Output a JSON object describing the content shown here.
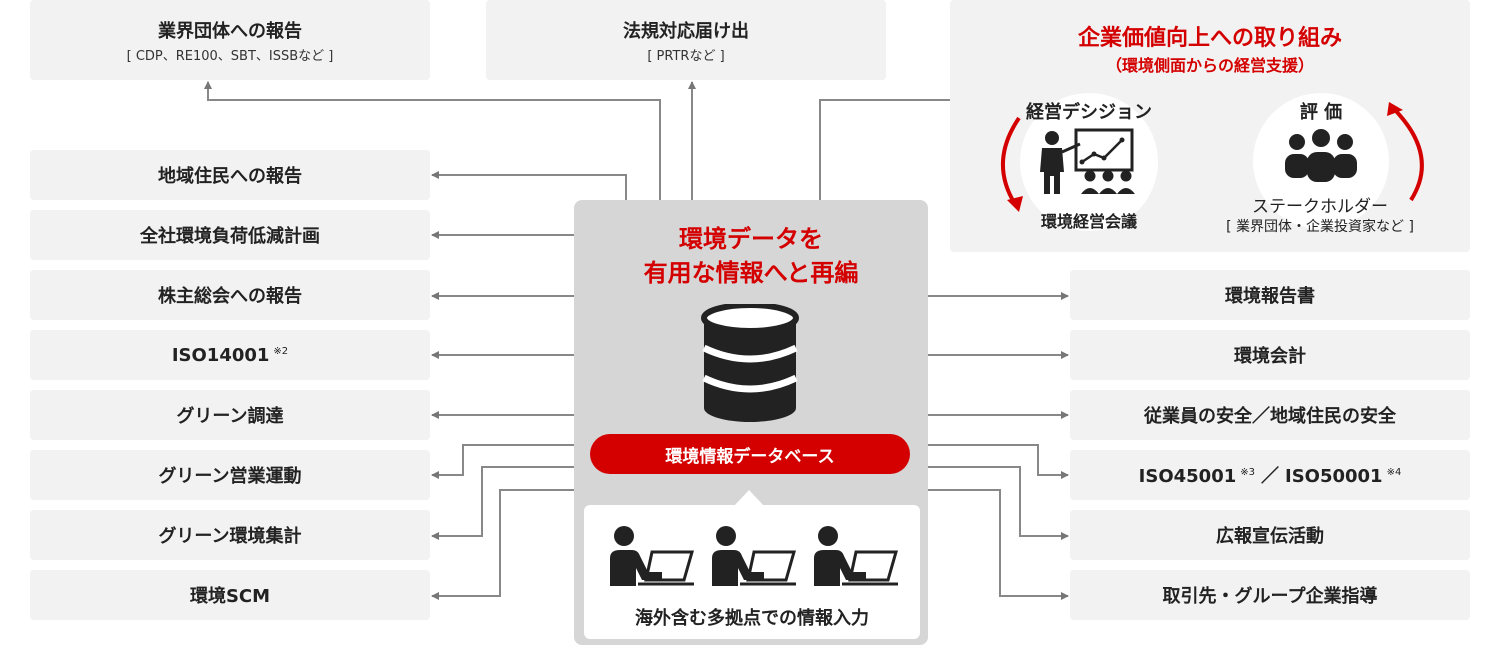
{
  "top_boxes": {
    "industry": {
      "label": "業界団体への報告",
      "sub": "[ CDP、RE100、SBT、ISSBなど ]"
    },
    "legal": {
      "label": "法規対応届け出",
      "sub": "[ PRTRなど ]"
    }
  },
  "left_items": [
    {
      "label": "地域住民への報告",
      "note": ""
    },
    {
      "label": "全社環境負荷低減計画",
      "note": ""
    },
    {
      "label": "株主総会への報告",
      "note": ""
    },
    {
      "label": "ISO14001",
      "note": "※2"
    },
    {
      "label": "グリーン調達",
      "note": ""
    },
    {
      "label": "グリーン営業運動",
      "note": ""
    },
    {
      "label": "グリーン環境集計",
      "note": ""
    },
    {
      "label": "環境SCM",
      "note": ""
    }
  ],
  "right_items": [
    {
      "label": "環境報告書"
    },
    {
      "label": "環境会計"
    },
    {
      "label": "従業員の安全／地域住民の安全"
    },
    {
      "label_a": "ISO45001",
      "note_a": "※3",
      "sep": "／",
      "label_b": "ISO50001",
      "note_b": "※4"
    },
    {
      "label": "広報宣伝活動"
    },
    {
      "label": "取引先・グループ企業指導"
    }
  ],
  "panel": {
    "title": "企業価値向上への取り組み",
    "subtitle": "（環境側面からの経営支援）",
    "left_heading": "経営デシジョン",
    "left_caption": "環境経営会議",
    "right_heading": "評 価",
    "right_caption": "ステークホルダー",
    "right_caption_sub": "[ 業界団体・企業投資家など ]"
  },
  "center": {
    "title_line1": "環境データを",
    "title_line2": "有用な情報へと再編",
    "db_label": "環境情報データベース",
    "input_caption": "海外含む多拠点での情報入力"
  },
  "colors": {
    "accent": "#d40000",
    "box_bg": "#f2f2f2",
    "center_bg": "#d6d6d6",
    "arrow": "#777777"
  }
}
